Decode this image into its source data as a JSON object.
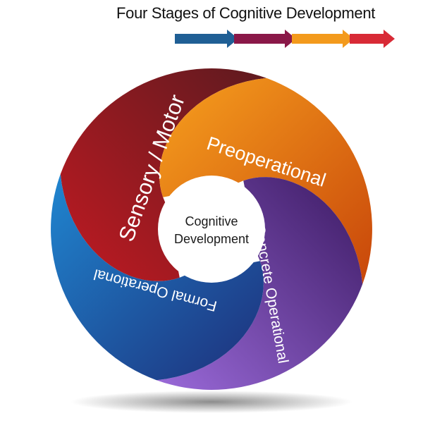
{
  "title": "Four Stages of Cognitive Development",
  "center": {
    "line1": "Cognitive",
    "line2": "Development"
  },
  "stages": [
    {
      "label": "Sensory / Motor",
      "color_dark": "#5e1a1f",
      "color_light": "#c11a22"
    },
    {
      "label": "Preoperational",
      "color_dark": "#c8460a",
      "color_light": "#f7a01e"
    },
    {
      "label": "Concrete Operational",
      "color_dark": "#3c1a63",
      "color_light": "#9a6ad9"
    },
    {
      "label": "Formal Operational",
      "color_dark": "#1e2f7a",
      "color_light": "#1f86d0"
    }
  ],
  "arrows": {
    "colors": [
      "#1f5f95",
      "#8a1848",
      "#f39a1c",
      "#d82a36"
    ]
  }
}
